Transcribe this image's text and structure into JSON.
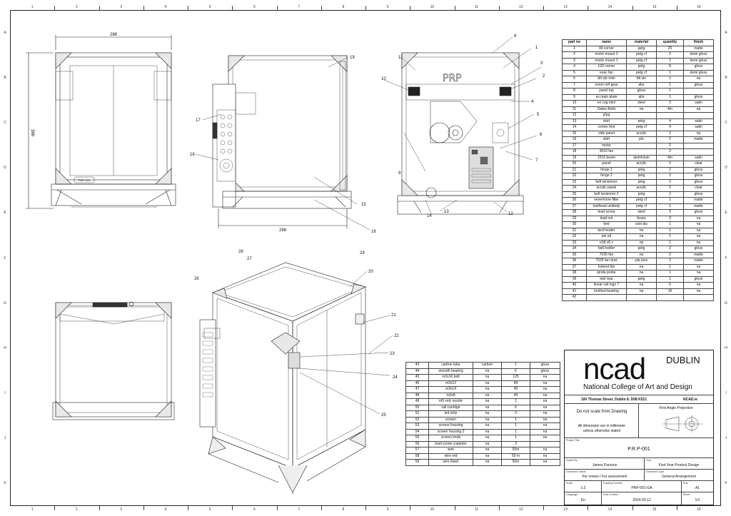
{
  "zones": {
    "top": [
      "1",
      "2",
      "3",
      "4",
      "5",
      "6",
      "7",
      "8",
      "9",
      "10",
      "11",
      "12",
      "13",
      "14",
      "15",
      "16"
    ],
    "side": [
      "A",
      "B",
      "C",
      "D",
      "E",
      "F",
      "G",
      "H",
      "I",
      "J",
      "K"
    ]
  },
  "dims": {
    "width": "286",
    "height": "386",
    "depth": "288"
  },
  "callouts": [
    "1",
    "2",
    "3",
    "4",
    "5",
    "6",
    "7",
    "8",
    "9",
    "10",
    "11",
    "12",
    "13",
    "14",
    "15",
    "16",
    "17",
    "18",
    "19",
    "20",
    "21",
    "22",
    "23",
    "24",
    "25",
    "26",
    "27",
    "28",
    "29"
  ],
  "panel_text": {
    "prp": "PRP-001",
    "prp_side": "PRP",
    "ser": "PRP-001"
  },
  "parts_right": {
    "headers": [
      "part no",
      "name",
      "material",
      "quantity",
      "finish"
    ],
    "rows": [
      [
        "1",
        "90 corner",
        "petg",
        "20",
        "matte"
      ],
      [
        "2",
        "motor mount 2",
        "petg cf",
        "2",
        "demi gloss"
      ],
      [
        "3",
        "motor mount 1",
        "petg cf",
        "2",
        "demi gloss"
      ],
      [
        "4",
        "120 corner",
        "petg",
        "8",
        "gloss"
      ],
      [
        "5",
        "evac fan",
        "petg cf",
        "1",
        "demi gloss"
      ],
      [
        "6",
        "btt skr mini",
        "btt skr",
        "1",
        "na"
      ],
      [
        "7",
        "voron m4 gear",
        "abs",
        "1",
        "gloss"
      ],
      [
        "8",
        "panel top",
        "gloss",
        "1",
        ""
      ],
      [
        "9",
        "ex main plate",
        "abs",
        "1",
        "gloss"
      ],
      [
        "10",
        "ex cog mini",
        "steel",
        "3",
        "satin"
      ],
      [
        "11",
        "Gates Belts",
        "na",
        "4m",
        "na"
      ],
      [
        "12",
        "plug",
        "",
        "",
        ""
      ],
      [
        "13",
        "skirt",
        "petg",
        "4",
        "satin"
      ],
      [
        "14",
        "corner foot",
        "petg cf",
        "4",
        "satin"
      ],
      [
        "15",
        "side panel",
        "acrylic",
        "2",
        "na"
      ],
      [
        "16",
        "skirt",
        "pla",
        "2",
        "matte"
      ],
      [
        "17",
        "motor",
        "",
        "2",
        ""
      ],
      [
        "18",
        "3010 fan",
        "",
        "2",
        ""
      ],
      [
        "19",
        "1515 beam",
        "aluminium",
        "4m",
        "satin"
      ],
      [
        "20",
        "panel",
        "acrylic",
        "2",
        "clear"
      ],
      [
        "21",
        "hinge 1",
        "petg",
        "2",
        "gloss"
      ],
      [
        "22",
        "hinge 2",
        "petg",
        "2",
        "gloss"
      ],
      [
        "23",
        "belt tensioner",
        "petg",
        "2",
        "gloss"
      ],
      [
        "24",
        "acrylic panel",
        "acrylic",
        "2",
        "clear"
      ],
      [
        "25",
        "belt tensioner 2",
        "petg",
        "2",
        "gloss"
      ],
      [
        "26",
        "nevermore filter",
        "petg cf",
        "1",
        "matte"
      ],
      [
        "27",
        "toolhead unibody",
        "petg cf",
        "1",
        "matte"
      ],
      [
        "28",
        "lead screw",
        "steel",
        "3",
        "gloss"
      ],
      [
        "29",
        "lead nut",
        "brass",
        "3",
        "na"
      ],
      [
        "30",
        "bed",
        "cast alu",
        "1",
        "na"
      ],
      [
        "31",
        "bed heater",
        "na",
        "1",
        "na"
      ],
      [
        "32",
        "pei ed",
        "na",
        "1",
        "na"
      ],
      [
        "33",
        "e3d v6 v",
        "na",
        "1",
        "na"
      ],
      [
        "34",
        "belt holder",
        "petg",
        "2",
        "gloss"
      ],
      [
        "35",
        "7035 fan",
        "na",
        "2",
        "matte"
      ],
      [
        "36",
        "7035 fan duct",
        "pla plus",
        "2",
        "matte"
      ],
      [
        "37",
        "hotend fan",
        "na",
        "1",
        "na"
      ],
      [
        "38",
        "pinda probe",
        "na",
        "1",
        "na"
      ],
      [
        "39",
        "tool rear",
        "petg",
        "1",
        "gloss"
      ],
      [
        "40",
        "linear rail mgn 7",
        "na",
        "6",
        "na"
      ],
      [
        "41",
        "toothed bearing",
        "na",
        "16",
        "na"
      ],
      [
        "42",
        "",
        "",
        "",
        ""
      ]
    ]
  },
  "parts_bottom": {
    "rows": [
      [
        "43",
        "carbon tube",
        "carbon",
        "1",
        "gloss"
      ],
      [
        "44",
        "smooth bearing",
        "na",
        "6",
        "gloss"
      ],
      [
        "45",
        "m3x16 bolt",
        "na",
        "125",
        "na"
      ],
      [
        "46",
        "m3x12",
        "na",
        "84",
        "na"
      ],
      [
        "47",
        "m3x14",
        "na",
        "45",
        "na"
      ],
      [
        "48",
        "m3x8",
        "na",
        "44",
        "na"
      ],
      [
        "49",
        "m5 volc nozzle",
        "na",
        "1",
        "na"
      ],
      [
        "50",
        "rail carridge",
        "na",
        "6",
        "na"
      ],
      [
        "51",
        "led strip",
        "na",
        "2",
        "na"
      ],
      [
        "52",
        "screen",
        "na",
        "1",
        "na"
      ],
      [
        "53",
        "screen housing",
        "na",
        "1",
        "na"
      ],
      [
        "54",
        "screen housing 2",
        "na",
        "1",
        "na"
      ],
      [
        "55",
        "screen knob",
        "na",
        "1",
        "na"
      ],
      [
        "56",
        "lead screw cuppoler",
        "na",
        "3",
        ""
      ],
      [
        "57",
        "wire",
        "na",
        "50m",
        "na"
      ],
      [
        "58",
        "wire red",
        "na",
        "50 m",
        "na"
      ],
      [
        "59",
        "wire black",
        "na",
        "50m",
        "na"
      ]
    ]
  },
  "title_block": {
    "logo": "ncad",
    "city": "DUBLIN",
    "college": "National College of Art and Design",
    "address": "100 Thomas Street, Dublin 8. D08 K521",
    "site": "NCAD.ie",
    "scale_note": "Do not scale from Drawing",
    "projection": "First Angle Projection",
    "dim_note_1": "All dimension are in millimeter",
    "dim_note_2": "unless otherwise stated",
    "project_title_label": "Project Title",
    "project_title": "P.R.P-001",
    "drawn_by_label": "Drawn By",
    "drawn_by": "James Parsons",
    "year_label": "Year",
    "year": "First Year Product Design",
    "status_label": "Document Status",
    "status": "For review / For assessment",
    "type_label": "Document Type",
    "type": "General Arrangement",
    "scale_label": "Scale",
    "scale": "1:2",
    "drawing_no_label": "Drawing Number",
    "drawing_no": "PRP-001-GA",
    "size_label": "Size",
    "size": "A1",
    "lang_label": "Language",
    "lang": "En",
    "issue_label": "Date of Issue",
    "issue": "2024-03-12",
    "sheet_label": "Sheet",
    "sheet": "1/1"
  }
}
